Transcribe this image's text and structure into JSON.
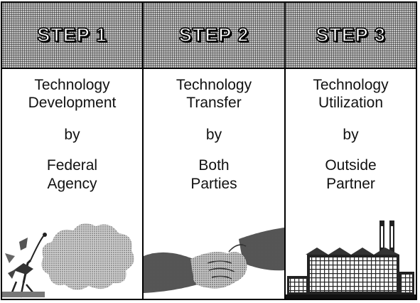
{
  "steps": [
    {
      "header": "STEP 1",
      "activity_line1": "Technology",
      "activity_line2": "Development",
      "connector": "by",
      "actor_line1": "Federal",
      "actor_line2": "Agency",
      "illustration": "bird-cloud-icon"
    },
    {
      "header": "STEP 2",
      "activity_line1": "Technology",
      "activity_line2": "Transfer",
      "connector": "by",
      "actor_line1": "Both",
      "actor_line2": "Parties",
      "illustration": "handshake-icon"
    },
    {
      "header": "STEP 3",
      "activity_line1": "Technology",
      "activity_line2": "Utilization",
      "connector": "by",
      "actor_line1": "Outside",
      "actor_line2": "Partner",
      "illustration": "factory-icon"
    }
  ]
}
